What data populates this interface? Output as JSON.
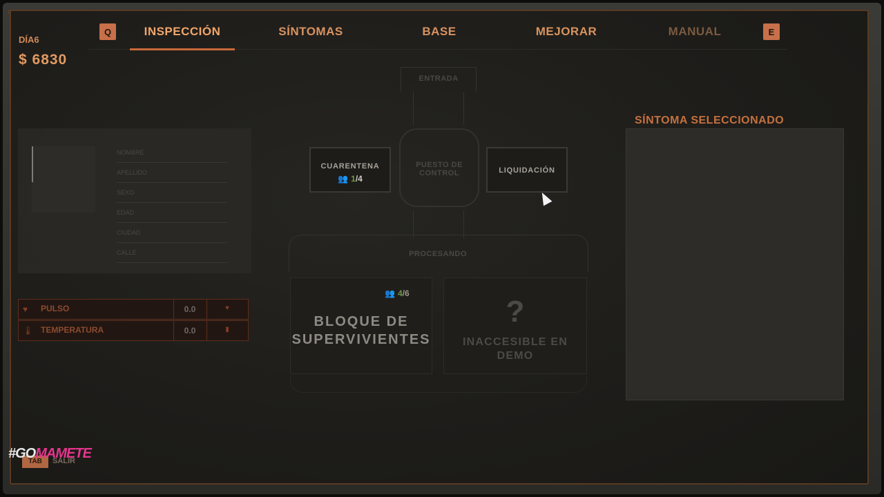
{
  "topbar": {
    "left_key": "Q",
    "right_key": "E",
    "tabs": [
      {
        "label": "INSPECCIÓN"
      },
      {
        "label": "SÍNTOMAS"
      },
      {
        "label": "BASE"
      },
      {
        "label": "MEJORAR"
      },
      {
        "label": "MANUAL"
      }
    ],
    "active_tab": "INSPECCIÓN"
  },
  "status": {
    "day": "DÍA6",
    "money": "$ 6830"
  },
  "person_card": {
    "fields": [
      "NOMBRE",
      "APELLIDO",
      "SEXO",
      "EDAD",
      "CIUDAD",
      "CALLE"
    ]
  },
  "vitals": [
    {
      "label": "PULSO",
      "value": "0.0",
      "icon": "heart-icon"
    },
    {
      "label": "TEMPERATURA",
      "value": "0.0",
      "icon": "thermometer-icon"
    }
  ],
  "flow": {
    "entrada": "ENTRADA",
    "control": "PUESTO DE CONTROL",
    "quarantine": {
      "title": "CUARENTENA",
      "current": "1",
      "total": "/4"
    },
    "liquidation": {
      "title": "LIQUIDACIÓN"
    },
    "processing": "PROCESANDO",
    "survivor_block": {
      "title": "BLOQUE DE SUPERVIVIENTES",
      "current": "4",
      "total": "/6"
    },
    "locked_block": {
      "mark": "?",
      "text": "INACCESIBLE EN DEMO"
    }
  },
  "symptom_panel": {
    "title": "SÍNTOMA SELECCIONADO"
  },
  "footer": {
    "tab_key": "TAB",
    "exit_label": "SALIR",
    "watermark_prefix": "#GO",
    "watermark_suffix": "MAMETE"
  },
  "colors": {
    "accent": "#c9693b",
    "tab_text": "#d9935f",
    "success": "#6e9a45"
  }
}
